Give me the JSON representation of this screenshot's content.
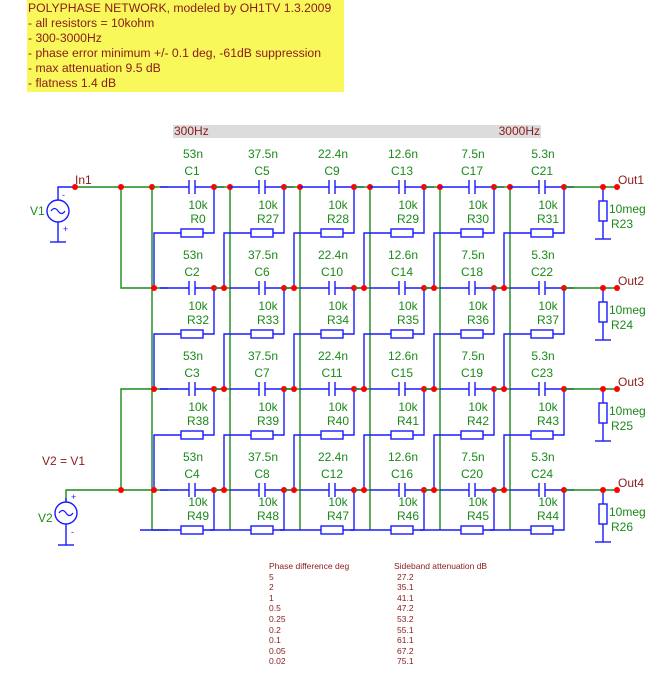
{
  "notes": {
    "title": "POLYPHASE NETWORK,    modeled by OH1TV  1.3.2009",
    "lines": [
      "- all resistors = 10kohm",
      "- 300-3000Hz",
      "- phase error minimum +/- 0.1 deg, -61dB suppression",
      "- max attenuation 9.5 dB",
      "- flatness 1.4 dB"
    ]
  },
  "frequency_bar": {
    "low": "300Hz",
    "high": "3000Hz"
  },
  "colors": {
    "wire": "#1a8a1a",
    "component": "#1a1aff",
    "node": "#ff0000",
    "label_green": "#1a8a1a",
    "label_red": "#8b1a1a",
    "note_bg": "#f8f85a"
  },
  "sources": [
    {
      "name": "V1",
      "net": "In1",
      "top_sign": "-",
      "bottom_sign": "+"
    },
    {
      "name": "V2",
      "top_sign": "+",
      "bottom_sign": "-"
    }
  ],
  "source_note": "V2 = V1",
  "capacitor_values": [
    "53n",
    "37.5n",
    "22.4n",
    "12.6n",
    "7.5n",
    "5.3n"
  ],
  "capacitors": [
    [
      "C1",
      "C5",
      "C9",
      "C13",
      "C17",
      "C21"
    ],
    [
      "C2",
      "C6",
      "C10",
      "C14",
      "C18",
      "C22"
    ],
    [
      "C3",
      "C7",
      "C11",
      "C15",
      "C19",
      "C23"
    ],
    [
      "C4",
      "C8",
      "C12",
      "C16",
      "C20",
      "C24"
    ]
  ],
  "resistor_value": "10k",
  "resistors": [
    [
      "R0",
      "R27",
      "R28",
      "R29",
      "R30",
      "R31"
    ],
    [
      "R32",
      "R33",
      "R34",
      "R35",
      "R36",
      "R37"
    ],
    [
      "R38",
      "R39",
      "R40",
      "R41",
      "R42",
      "R43"
    ],
    [
      "R49",
      "R48",
      "R47",
      "R46",
      "R45",
      "R44"
    ]
  ],
  "outputs": [
    {
      "net": "Out1",
      "load": "R23",
      "value": "10meg"
    },
    {
      "net": "Out2",
      "load": "R24",
      "value": "10meg"
    },
    {
      "net": "Out3",
      "load": "R25",
      "value": "10meg"
    },
    {
      "net": "Out4",
      "load": "R26",
      "value": "10meg"
    }
  ],
  "table": {
    "headers": [
      "Phase difference deg",
      "Sideband attenuation dB"
    ],
    "rows": [
      [
        "5",
        "27.2"
      ],
      [
        "2",
        "35.1"
      ],
      [
        "1",
        "41.1"
      ],
      [
        "0.5",
        "47.2"
      ],
      [
        "0.25",
        "53.2"
      ],
      [
        "0.2",
        "55.1"
      ],
      [
        "0.1",
        "61.1"
      ],
      [
        "0.05",
        "67.2"
      ],
      [
        "0.02",
        "75.1"
      ]
    ]
  }
}
